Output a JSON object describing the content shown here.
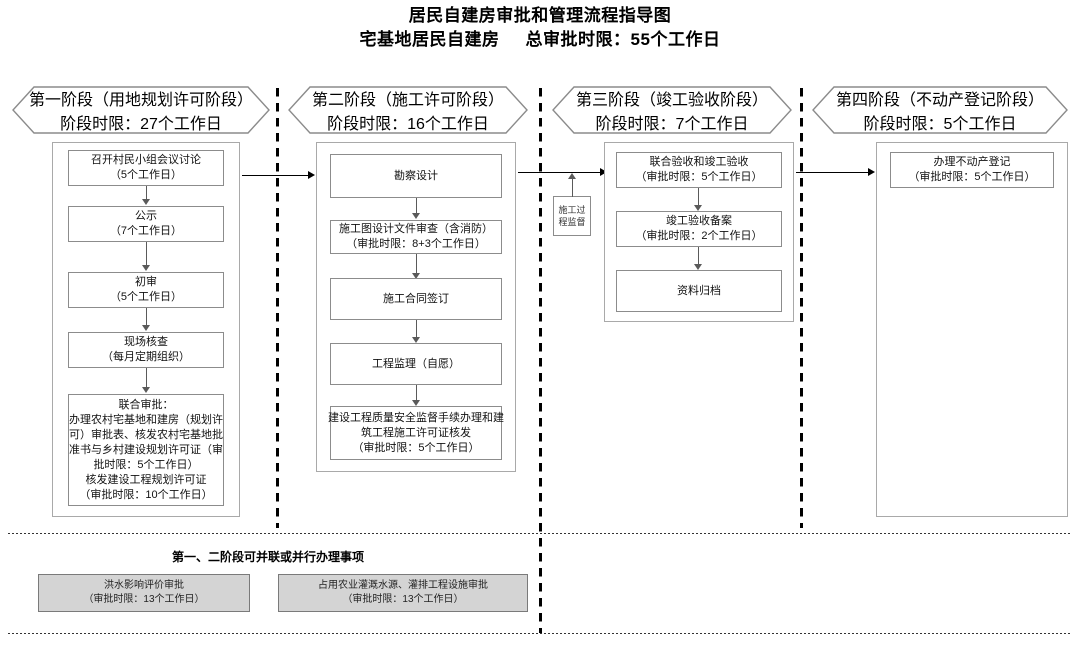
{
  "title": {
    "line1": "居民自建房审批和管理流程指导图",
    "line2_left": "宅基地居民自建房",
    "line2_right": "总审批时限：55个工作日"
  },
  "phases": [
    {
      "name": "第一阶段（用地规划许可阶段）",
      "limit": "阶段时限：27个工作日"
    },
    {
      "name": "第二阶段（施工许可阶段）",
      "limit": "阶段时限：16个工作日"
    },
    {
      "name": "第三阶段（竣工验收阶段）",
      "limit": "阶段时限：7个工作日"
    },
    {
      "name": "第四阶段（不动产登记阶段）",
      "limit": "阶段时限：5个工作日"
    }
  ],
  "phase1_nodes": [
    {
      "l1": "召开村民小组会议讨论",
      "l2": "（5个工作日）"
    },
    {
      "l1": "公示",
      "l2": "（7个工作日）"
    },
    {
      "l1": "初审",
      "l2": "（5个工作日）"
    },
    {
      "l1": "现场核查",
      "l2": "（每月定期组织）"
    }
  ],
  "phase1_joint": {
    "l1": "联合审批：",
    "l2": "办理农村宅基地和建房（规划许",
    "l3": "可）审批表、核发农村宅基地批",
    "l4": "准书与乡村建设规划许可证（审",
    "l5": "批时限：5个工作日）",
    "l6": "核发建设工程规划许可证",
    "l7": "（审批时限：10个工作日）"
  },
  "phase2_nodes": [
    {
      "l1": "勘察设计",
      "l2": ""
    },
    {
      "l1": "施工图设计文件审查（含消防）",
      "l2": "（审批时限：8+3个工作日）"
    },
    {
      "l1": "施工合同签订",
      "l2": ""
    },
    {
      "l1": "工程监理（自愿）",
      "l2": ""
    }
  ],
  "phase2_last": {
    "l1": "建设工程质量安全监督手续办理和建",
    "l2": "筑工程施工许可证核发",
    "l3": "（审批时限：5个工作日）"
  },
  "phase3_nodes": [
    {
      "l1": "联合验收和竣工验收",
      "l2": "（审批时限：5个工作日）"
    },
    {
      "l1": "竣工验收备案",
      "l2": "（审批时限：2个工作日）"
    },
    {
      "l1": "资料归档",
      "l2": ""
    }
  ],
  "phase4_nodes": [
    {
      "l1": "办理不动产登记",
      "l2": "（审批时限：5个工作日）"
    }
  ],
  "supervision": {
    "l1": "施工过",
    "l2": "程监督"
  },
  "bottom": {
    "heading": "第一、二阶段可并联或并行办理事项",
    "items": [
      {
        "l1": "洪水影响评价审批",
        "l2": "（审批时限：13个工作日）"
      },
      {
        "l1": "占用农业灌溉水源、灌排工程设施审批",
        "l2": "（审批时限：13个工作日）"
      }
    ]
  },
  "colors": {
    "background": "#ffffff",
    "node_border": "#8c8c8c",
    "gray_fill": "#d4d4d4",
    "connector": "#000000",
    "divider": "#000000"
  }
}
